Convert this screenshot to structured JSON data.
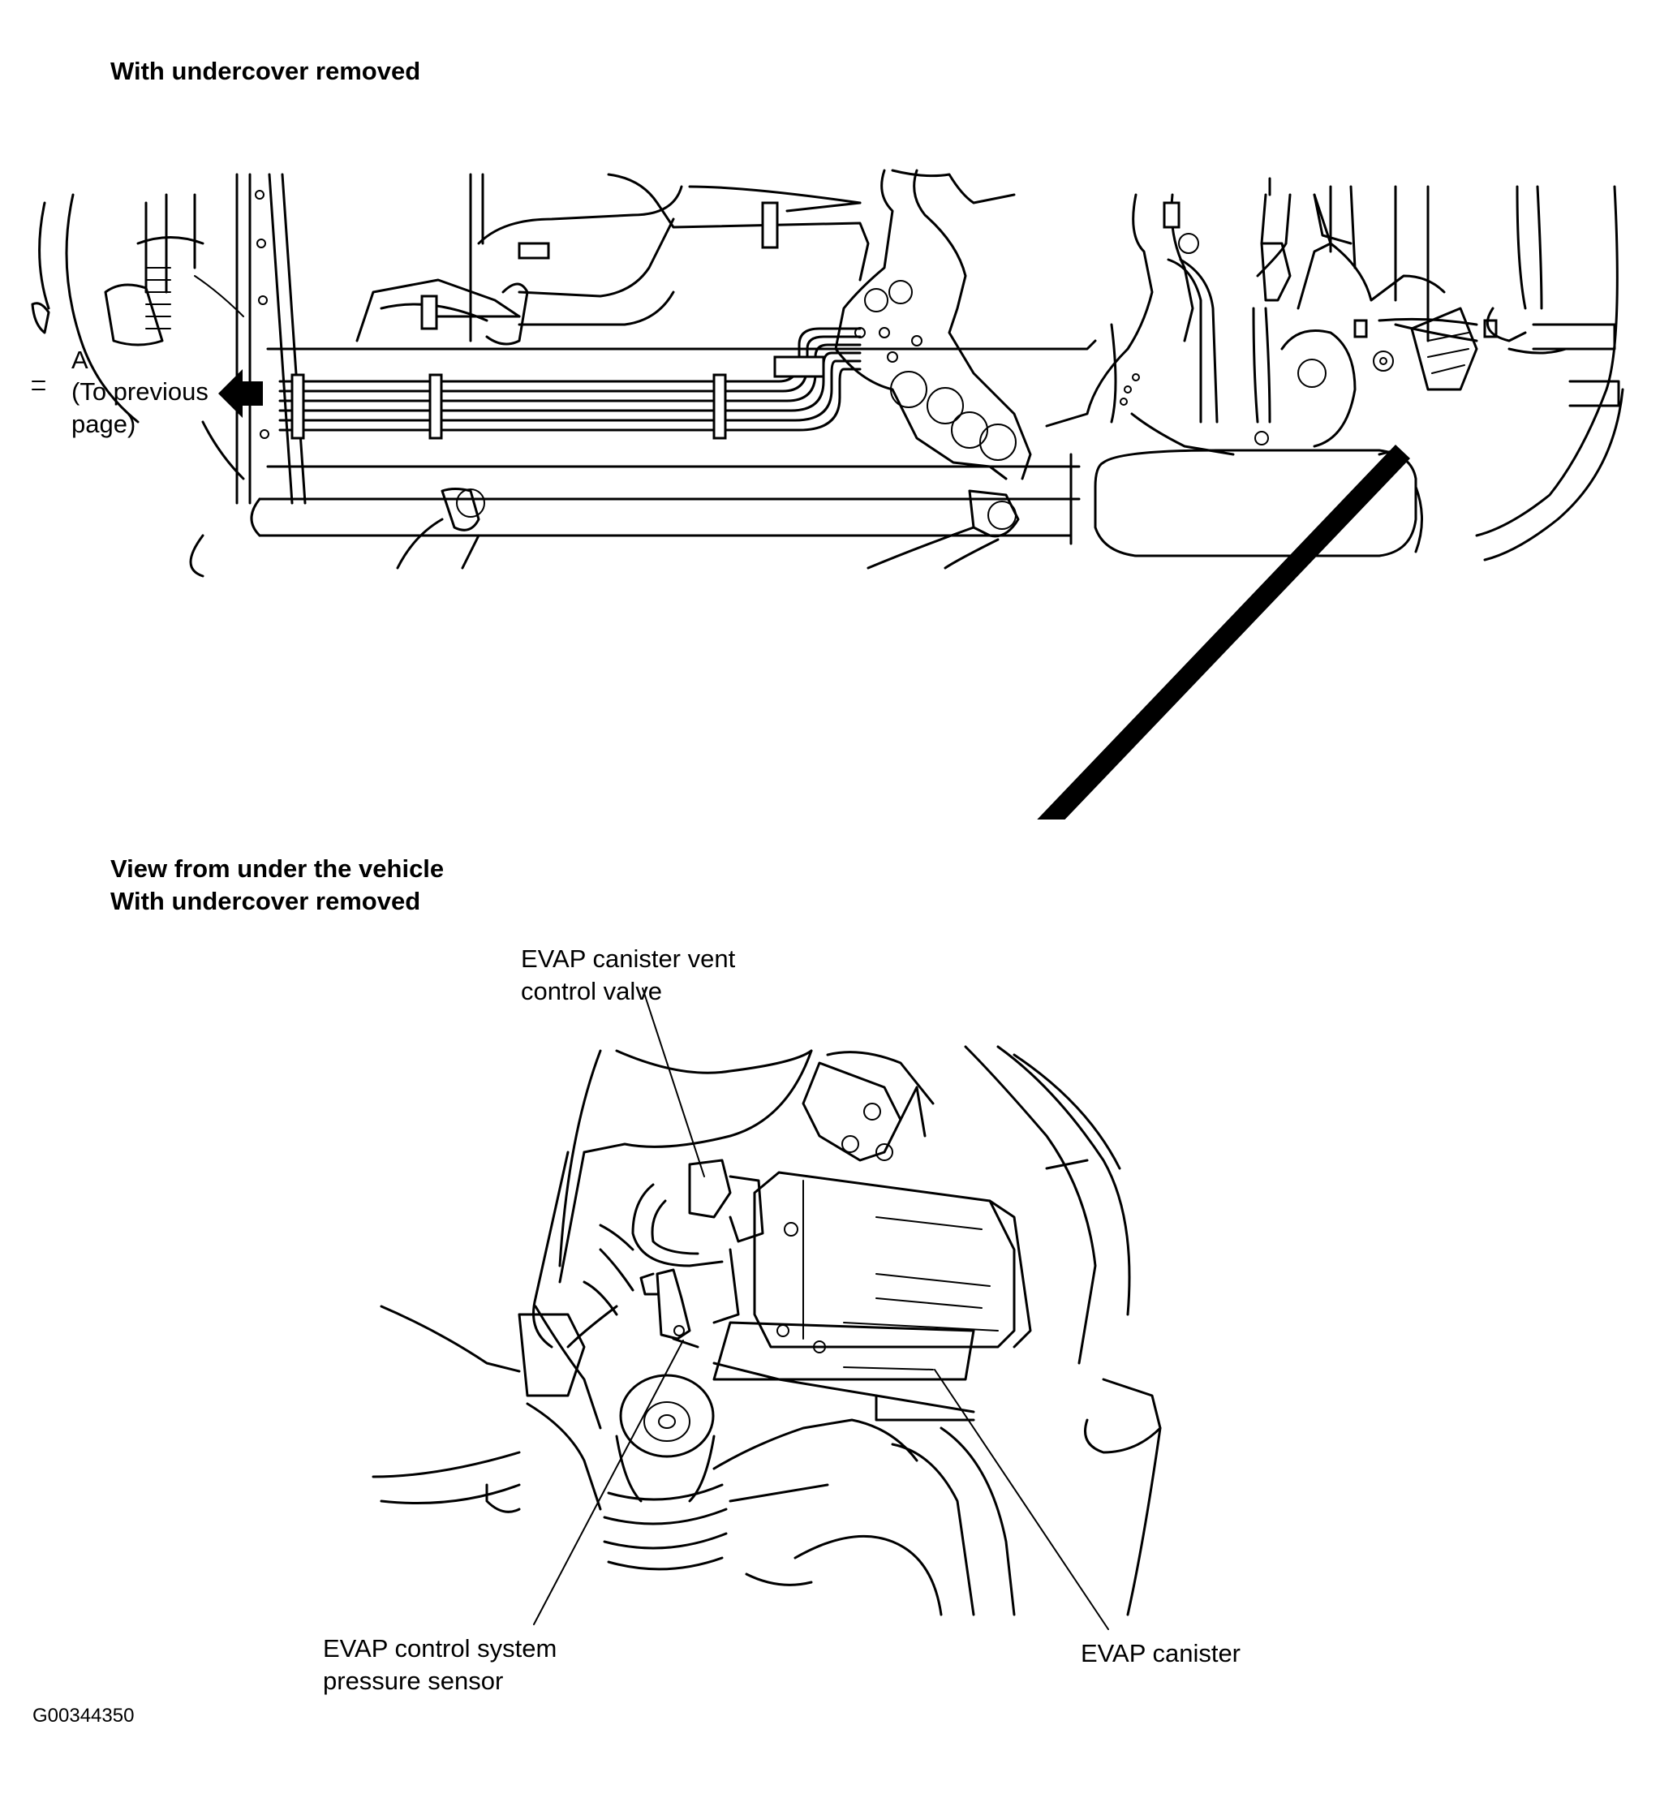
{
  "headings": {
    "top_view": "With undercover removed",
    "detail_view_line1": "View from under the vehicle",
    "detail_view_line2": "With undercover removed"
  },
  "callouts": {
    "ref_letter": "A",
    "ref_line1": "(To previous",
    "ref_line2": "page)",
    "vent_valve_line1": "EVAP canister vent",
    "vent_valve_line2": "control valve",
    "pressure_sensor_line1": "EVAP control system",
    "pressure_sensor_line2": "pressure sensor",
    "canister": "EVAP canister"
  },
  "figure_id": "G00344350",
  "colors": {
    "ink": "#000000",
    "paper": "#ffffff"
  }
}
